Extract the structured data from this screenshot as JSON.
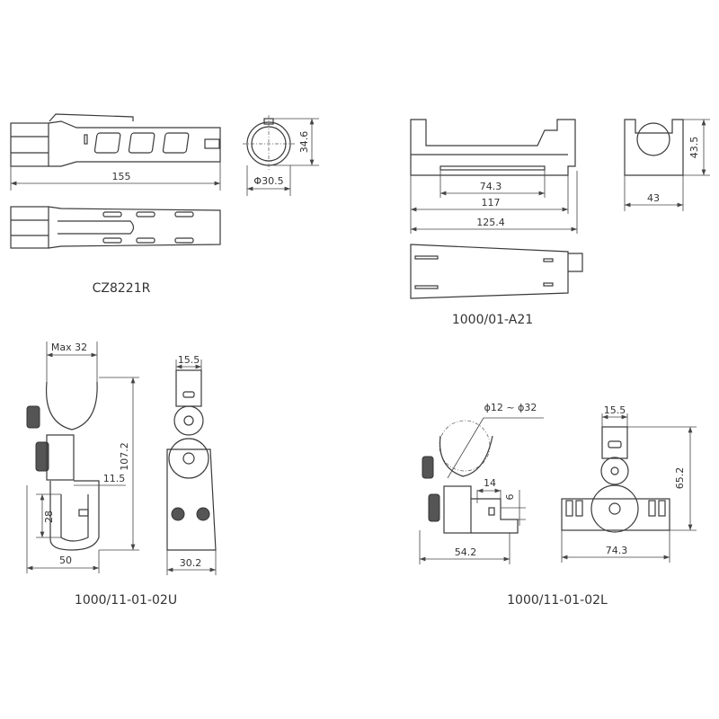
{
  "drawings": [
    {
      "label": "CZ8221R",
      "dimensions": {
        "length": "155",
        "height": "34.6",
        "diameter": "Φ30.5"
      }
    },
    {
      "label": "1000/01-A21",
      "dimensions": {
        "inner": "74.3",
        "mid": "117",
        "overall": "125.4",
        "height": "43.5",
        "width": "43"
      }
    },
    {
      "label": "1000/11-01-02U",
      "dimensions": {
        "max": "Max 32",
        "height": "107.2",
        "offset": "11.5",
        "hook": "28",
        "depth": "50",
        "top_width": "15.5",
        "base_width": "30.2"
      }
    },
    {
      "label": "1000/11-01-02L",
      "dimensions": {
        "range": "ϕ12 ~ ϕ32",
        "slot": "14",
        "slot_h": "6",
        "depth": "54.2",
        "top_width": "15.5",
        "height": "65.2",
        "base_width": "74.3"
      }
    }
  ]
}
